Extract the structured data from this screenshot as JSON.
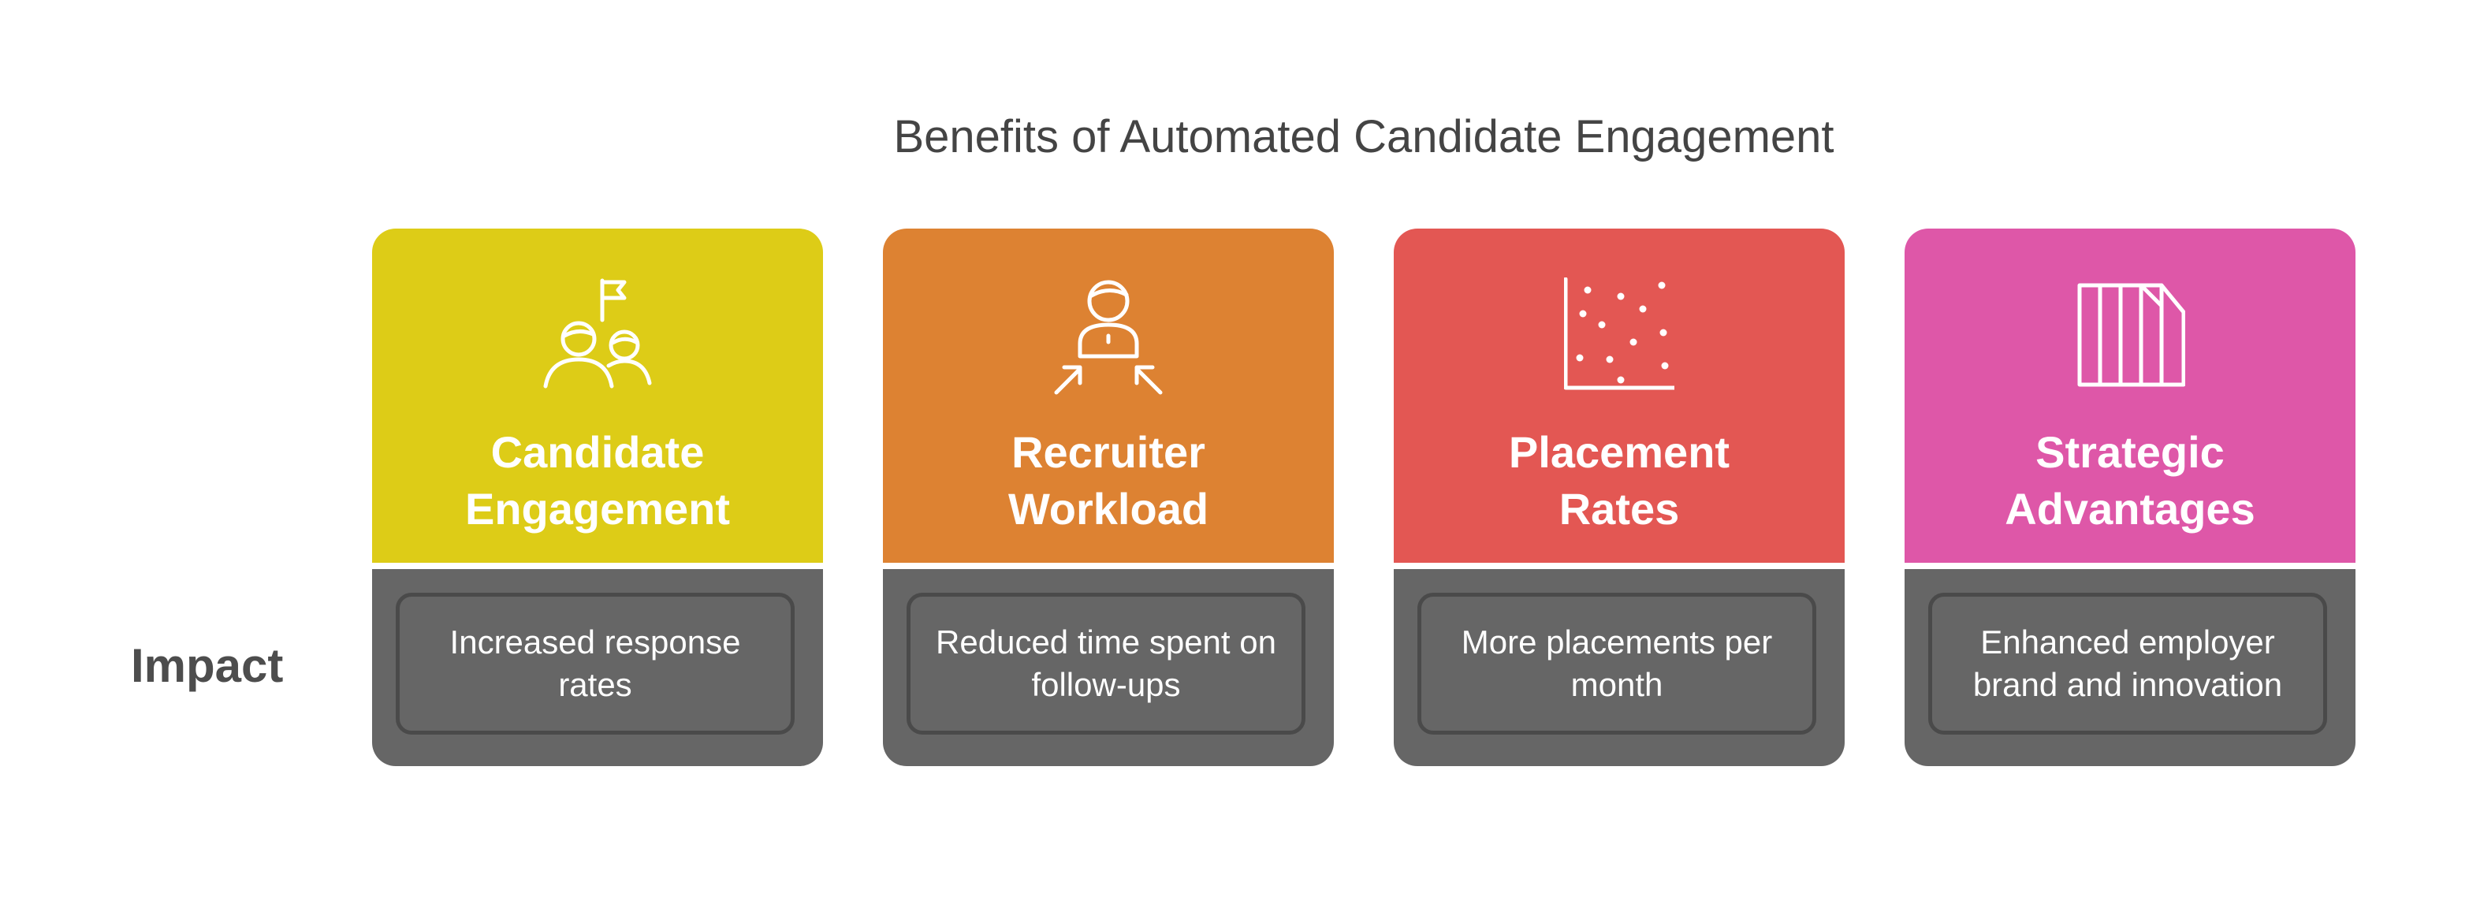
{
  "title": "Benefits of Automated Candidate Engagement",
  "row_label": "Impact",
  "cards": [
    {
      "heading_line1": "Candidate",
      "heading_line2": "Engagement",
      "description": "Increased response rates",
      "icon": "people-with-flag-icon",
      "color": "#DDCC17"
    },
    {
      "heading_line1": "Recruiter",
      "heading_line2": "Workload",
      "description": "Reduced time spent on follow-ups",
      "icon": "person-with-arrows-icon",
      "color": "#DD8232"
    },
    {
      "heading_line1": "Placement",
      "heading_line2": "Rates",
      "description": "More placements per month",
      "icon": "scatter-plot-icon",
      "color": "#E35753"
    },
    {
      "heading_line1": "Strategic",
      "heading_line2": "Advantages",
      "description": "Enhanced employer brand and innovation",
      "icon": "bars-columns-icon",
      "color": "#DE57A8"
    }
  ]
}
